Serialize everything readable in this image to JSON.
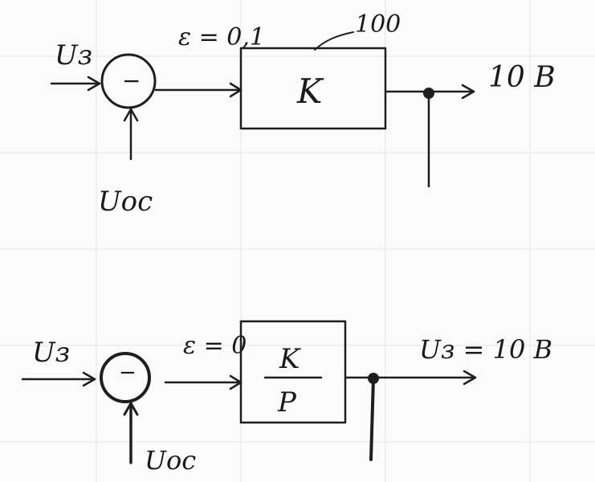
{
  "top_diagram": {
    "input_label": "Uз",
    "summer_sign": "−",
    "error_label": "ε = 0,1",
    "gain_value": "100",
    "block_label": "K",
    "output_label": "10 В",
    "feedback_label": "Uос"
  },
  "bottom_diagram": {
    "input_label": "Uз",
    "summer_sign": "−",
    "error_label": "ε = 0",
    "block_numerator": "K",
    "block_denominator": "P",
    "output_label": "Uз = 10 В",
    "feedback_label": "Uос"
  },
  "colors": {
    "ink": "#1e1e1e",
    "paper": "#fbfbfb",
    "grid": "#e6e6e6"
  }
}
